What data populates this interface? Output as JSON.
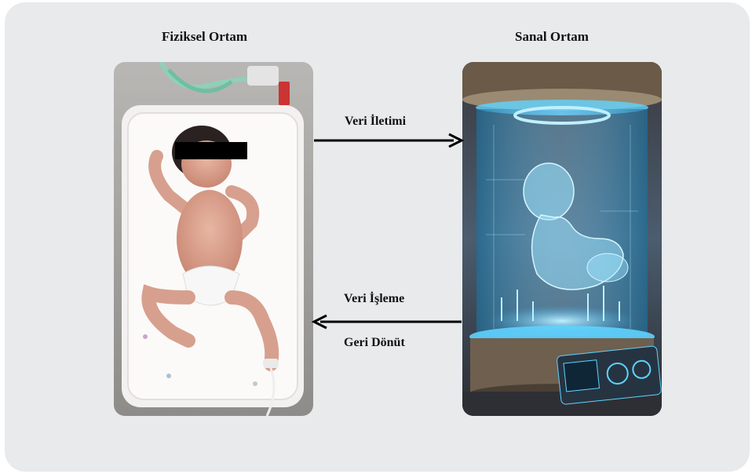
{
  "physical": {
    "title": "Fiziksel Ortam",
    "image": "newborn-in-incubator-photo"
  },
  "virtual": {
    "title": "Sanal Ortam",
    "image": "holographic-digital-twin-baby"
  },
  "arrows": {
    "top_label": "Veri İletimi",
    "bottom_label_1": "Veri İşleme",
    "bottom_label_2": "Geri Dönüt"
  },
  "colors": {
    "background": "#e8eaec",
    "hologram": "#5fd3ff",
    "arrow": "#000000"
  }
}
